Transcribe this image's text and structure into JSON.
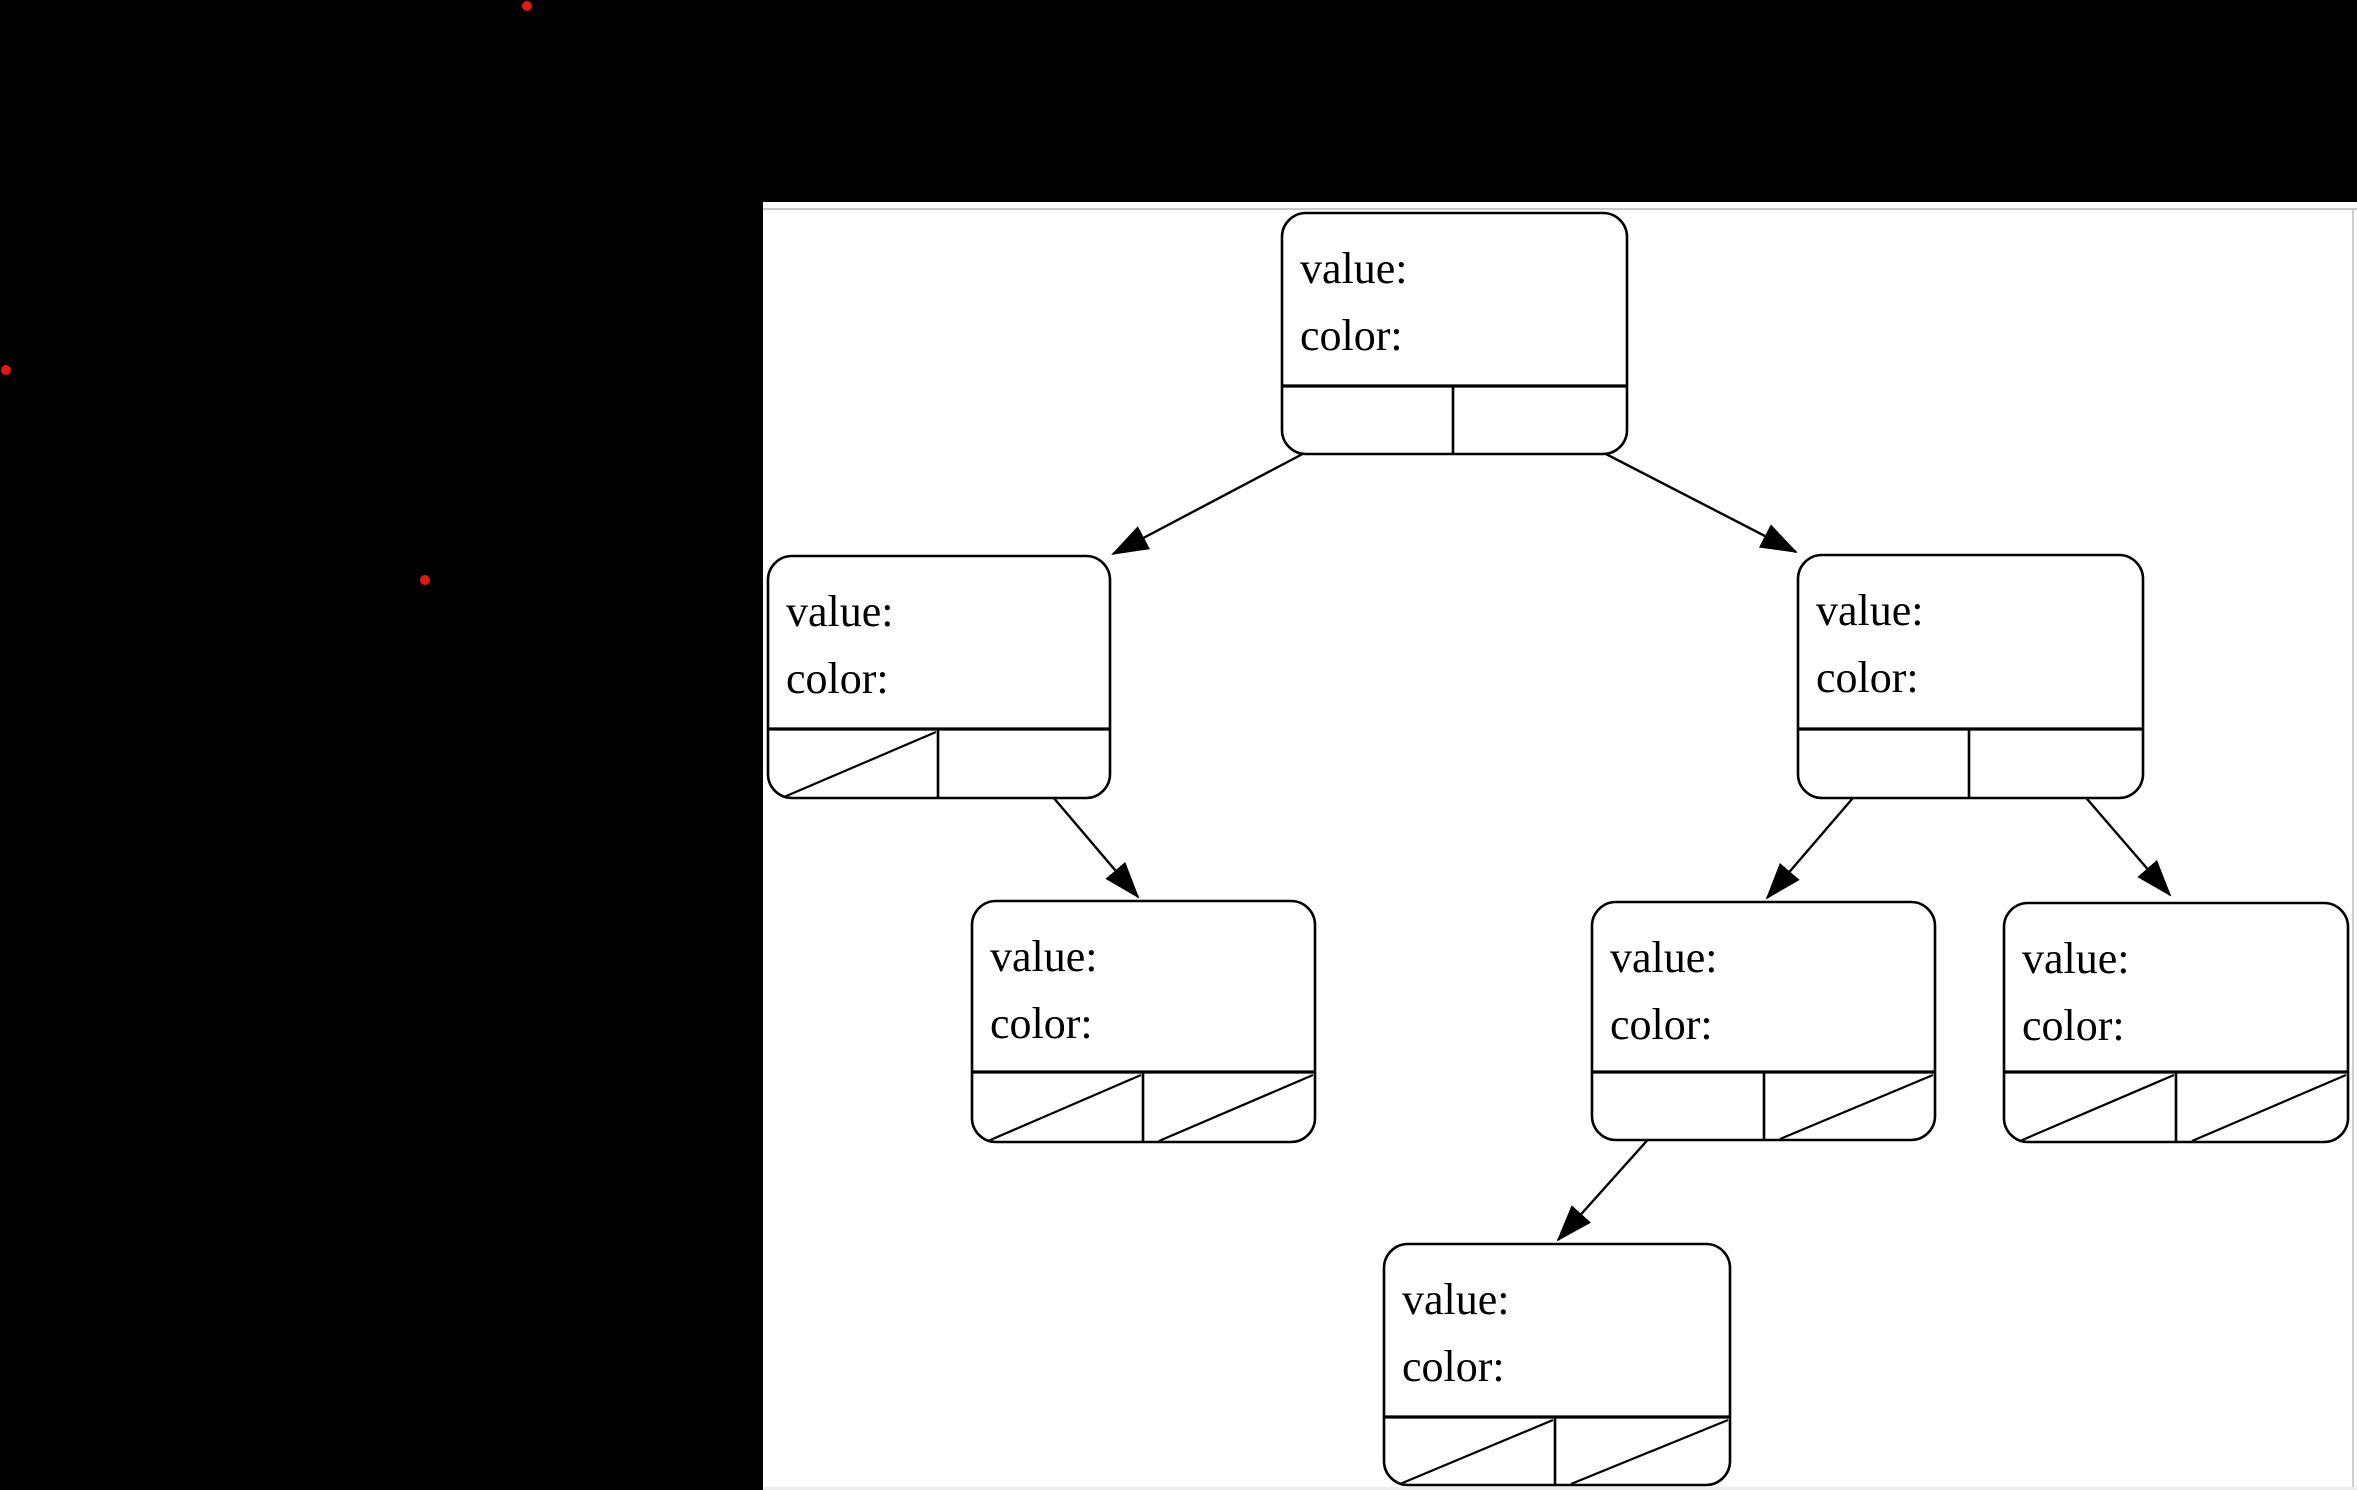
{
  "scene": {
    "background_color": "#000000",
    "dot_color": "#e01a10",
    "red_dot_count": 3
  },
  "panel": {
    "background_color": "#ffffff",
    "top_border_color": "#c9c9c9"
  },
  "diagram": {
    "type": "binary-tree-node-diagram",
    "labels": {
      "value": "value:",
      "color": "color:"
    },
    "line_color": "#000000",
    "nodes": [
      {
        "id": "root",
        "field_labels": [
          "value:",
          "color:"
        ],
        "left_pointer": "arrow",
        "right_pointer": "arrow"
      },
      {
        "id": "left-child",
        "field_labels": [
          "value:",
          "color:"
        ],
        "left_pointer": "null-slash",
        "right_pointer": "arrow"
      },
      {
        "id": "right-child",
        "field_labels": [
          "value:",
          "color:"
        ],
        "left_pointer": "arrow",
        "right_pointer": "arrow"
      },
      {
        "id": "left-right-child",
        "field_labels": [
          "value:",
          "color:"
        ],
        "left_pointer": "null-slash",
        "right_pointer": "null-slash"
      },
      {
        "id": "right-left-child",
        "field_labels": [
          "value:",
          "color:"
        ],
        "left_pointer": "arrow",
        "right_pointer": "null-slash"
      },
      {
        "id": "right-right-child",
        "field_labels": [
          "value:",
          "color:"
        ],
        "left_pointer": "null-slash",
        "right_pointer": "null-slash"
      },
      {
        "id": "bottom-child",
        "field_labels": [
          "value:",
          "color:"
        ],
        "left_pointer": "null-slash",
        "right_pointer": "null-slash"
      }
    ],
    "edges": [
      {
        "from": "root.left",
        "to": "left-child"
      },
      {
        "from": "root.right",
        "to": "right-child"
      },
      {
        "from": "left-child.right",
        "to": "left-right-child"
      },
      {
        "from": "right-child.left",
        "to": "right-left-child"
      },
      {
        "from": "right-child.right",
        "to": "right-right-child"
      },
      {
        "from": "right-left-child.left",
        "to": "bottom-child"
      }
    ]
  }
}
